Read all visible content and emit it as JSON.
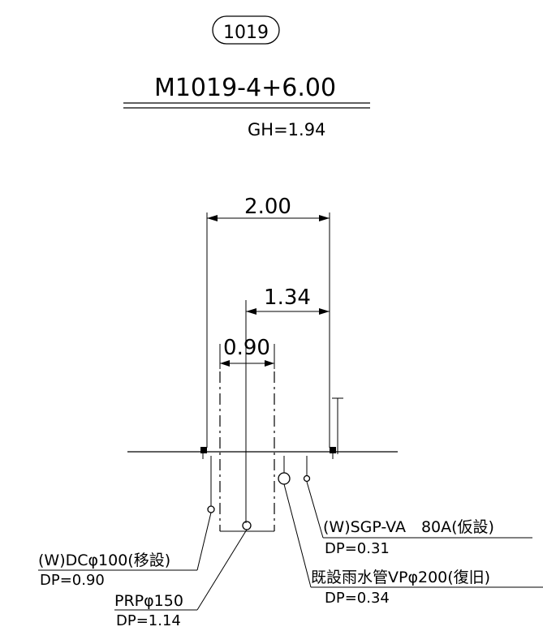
{
  "header": {
    "manhole_id": "1019",
    "station": "M1019-4+6.00",
    "ground_height": "GH=1.94"
  },
  "dimensions": {
    "total_width": "2.00",
    "offset": "1.34",
    "box_width": "0.90"
  },
  "pipes": [
    {
      "label": "(W)DCφ100(移設)",
      "depth": "DP=0.90"
    },
    {
      "label": "PRPφ150",
      "depth": "DP=1.14"
    },
    {
      "label": "(W)SGP-VA　80A(仮設)",
      "depth": "DP=0.31"
    },
    {
      "label": "既設雨水管VPφ200(復旧)",
      "depth": "DP=0.34"
    }
  ]
}
